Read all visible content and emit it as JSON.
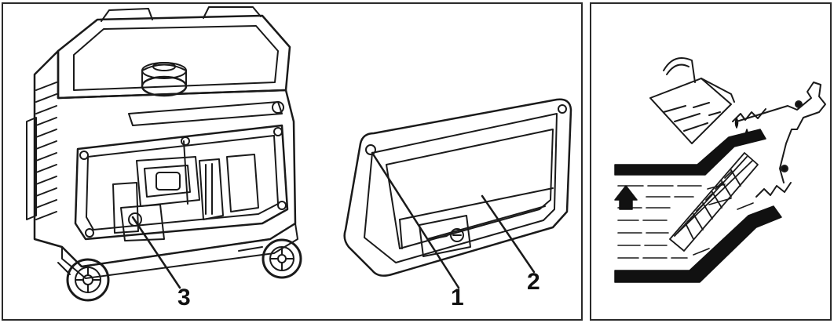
{
  "callouts": {
    "c1": "1",
    "c2": "2",
    "c3": "3"
  },
  "colors": {
    "line": "#1a1a1a",
    "fill_dark": "#111111",
    "background": "#ffffff"
  },
  "icons": {
    "generator": "generator-illustration",
    "cover": "side-cover-panel-illustration",
    "oil": "oil-pouring-illustration"
  }
}
